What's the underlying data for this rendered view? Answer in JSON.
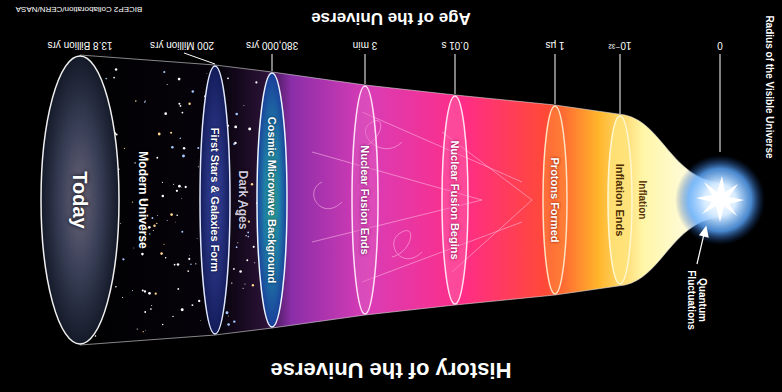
{
  "diagram": {
    "title": "History of the Universe",
    "nodes": [
      {
        "text": [
          "Inflation Ends"
        ]
      },
      {
        "text": [
          "Protons Formed"
        ]
      },
      {
        "text": [
          "Nuclear Fusion Begins"
        ]
      },
      {
        "text": [
          "Nuclear Fusion Ends"
        ]
      },
      {
        "text": [
          "Cosmic Microwave Background"
        ]
      },
      {
        "text": [
          "First Stars & Galaxies Form"
        ]
      },
      {
        "text": [
          "Today"
        ]
      }
    ],
    "labels": [
      "Radius of the Visible Universe",
      "Quantum Fluctuations",
      "Inflation",
      "Dark Ages",
      "Modern Universe",
      "0",
      "10⁻³²",
      "1 µs",
      "0.01 s",
      "3 min",
      "380,000 yrs",
      "200 Million yrs",
      "13.8 Billion yrs",
      "Age of the Universe",
      "BICEP2 Collaboration/CERN/NASA"
    ]
  }
}
